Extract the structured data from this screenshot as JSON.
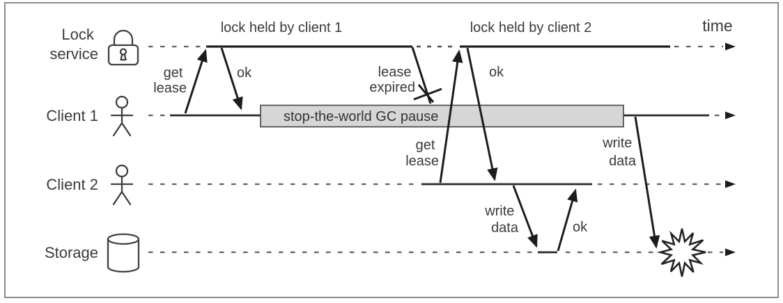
{
  "frame": {
    "background": "#ffffff",
    "border_color": "#8c8c8c"
  },
  "lanes": [
    {
      "id": "lock-service",
      "label_lines": [
        "Lock",
        "service"
      ],
      "icon": "padlock-icon"
    },
    {
      "id": "client-1",
      "label_lines": [
        "Client 1"
      ],
      "icon": "person-icon"
    },
    {
      "id": "client-2",
      "label_lines": [
        "Client 2"
      ],
      "icon": "person-icon"
    },
    {
      "id": "storage",
      "label_lines": [
        "Storage"
      ],
      "icon": "database-cylinder-icon"
    }
  ],
  "annotations": {
    "lock_held_by_client_1": "lock held by client 1",
    "lock_held_by_client_2": "lock held by client 2",
    "time": "time",
    "gc_pause": "stop-the-world GC pause"
  },
  "messages": {
    "client1_get_lease": {
      "lines": [
        "get",
        "lease"
      ]
    },
    "client1_ok": {
      "label": "ok"
    },
    "lease_expired": {
      "lines": [
        "lease",
        "expired"
      ]
    },
    "client2_get_lease": {
      "lines": [
        "get",
        "lease"
      ]
    },
    "client2_ok": {
      "label": "ok"
    },
    "client2_write_data": {
      "lines": [
        "write",
        "data"
      ]
    },
    "storage_write_ok": {
      "label": "ok"
    },
    "client1_write_data": {
      "lines": [
        "write",
        "data"
      ]
    }
  },
  "icons": {
    "lock_service": "padlock-icon",
    "client": "person-icon",
    "storage": "database-cylinder-icon",
    "lease_expired_marker": "cross-icon",
    "corruption_marker": "explosion-burst-icon",
    "timeline_end": "arrowhead-icon"
  },
  "colors": {
    "solid_line": "#262626",
    "dashed_line": "#5e5e5e",
    "text": "#3a3a3a",
    "gc_box_fill": "#d6d6d6",
    "gc_box_border": "#4d4d4d",
    "frame_border": "#8c8c8c"
  }
}
